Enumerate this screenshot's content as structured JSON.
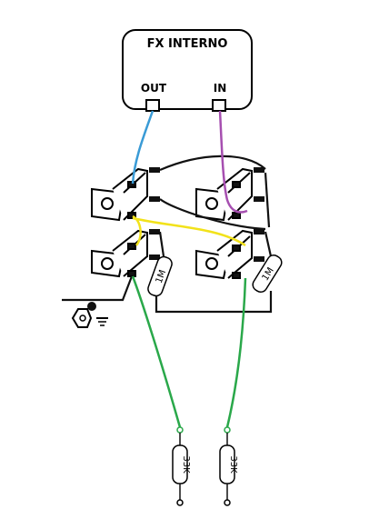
{
  "fx_box": {
    "title": "FX INTERNO",
    "out_label": "OUT",
    "in_label": "IN"
  },
  "resistors": {
    "r1m_a": "1M",
    "r1m_b": "1M",
    "r33k_a": "33K",
    "r33k_b": "33K"
  },
  "wire_colors": {
    "out": "#3a9bd6",
    "in": "#a64fb0",
    "yellow": "#f2e21a",
    "green": "#2aa84a",
    "black": "#111111"
  }
}
